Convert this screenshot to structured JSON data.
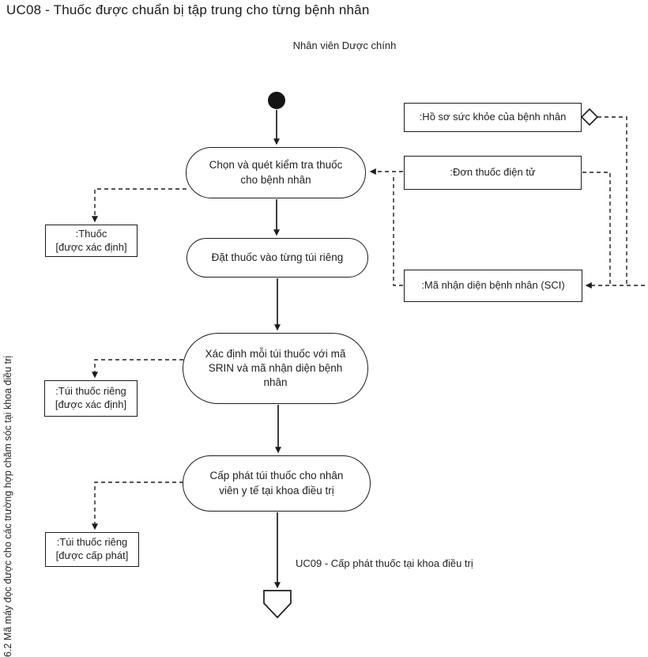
{
  "title": "UC08 - Thuốc được chuẩn bị tập trung cho từng bệnh nhân",
  "swimlane_label": "Nhân viên Dược chính",
  "side_note": "6.2 Mã máy đọc được cho các trường hợp chăm sóc tại khoa điều trị",
  "activities": [
    {
      "label": "Chọn và quét kiểm tra thuốc cho bệnh nhân"
    },
    {
      "label": "Đặt thuốc vào từng túi riêng"
    },
    {
      "label": "Xác định mỗi túi thuốc với mã SRIN và mã nhận diện bệnh nhân"
    },
    {
      "label": "Cấp phát túi thuốc cho nhân viên y tế tại khoa điều trị"
    }
  ],
  "right_objects": [
    {
      "label": ":Hồ sơ sức khỏe của bệnh nhân"
    },
    {
      "label": ":Đơn thuốc điện tử"
    },
    {
      "label": ":Mã nhận diện bệnh nhân (SCI)"
    }
  ],
  "left_objects": [
    {
      "name": ":Thuốc",
      "state": "[được xác định]"
    },
    {
      "name": ":Túi thuốc riêng",
      "state": "[được xác định]"
    },
    {
      "name": ":Túi thuốc riêng",
      "state": "[được cấp phát]"
    }
  ],
  "uc09_label": "UC09 - Cấp phát thuốc tại khoa điều trị",
  "colors": {
    "line": "#1c1c1c",
    "box_bg": "#ffffff",
    "text": "#1f1f1f"
  }
}
